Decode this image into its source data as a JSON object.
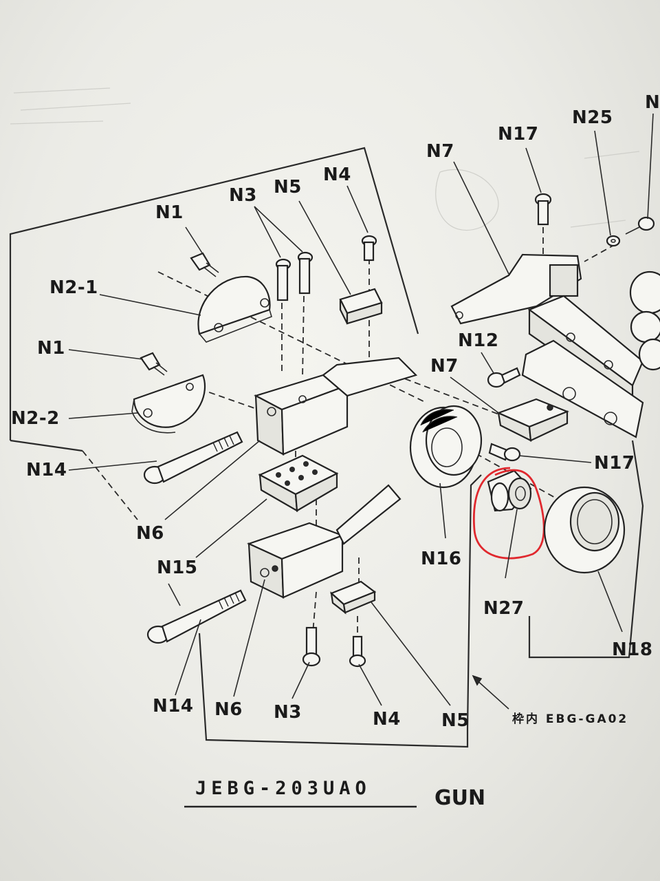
{
  "diagram": {
    "title": "JEBG-203UAO",
    "title_suffix": "GUN",
    "frame_note": "枠内 EBG-GA02",
    "highlight_color": "#e0282e",
    "labels": {
      "n1_top": "N1",
      "n2_1": "N2-1",
      "n1_mid": "N1",
      "n2_2": "N2-2",
      "n14_upper": "N14",
      "n6_upper": "N6",
      "n3_top": "N3",
      "n5_top": "N5",
      "n4_top": "N4",
      "n15": "N15",
      "n14_lower": "N14",
      "n6_lower": "N6",
      "n3_bottom": "N3",
      "n4_bottom": "N4",
      "n5_bottom": "N5",
      "n7_upper": "N7",
      "n17_upper": "N17",
      "n25": "N25",
      "n_edge": "N",
      "n12": "N12",
      "n7_lower": "N7",
      "n17_lower": "N17",
      "n16": "N16",
      "n27": "N27",
      "n18": "N18"
    }
  }
}
